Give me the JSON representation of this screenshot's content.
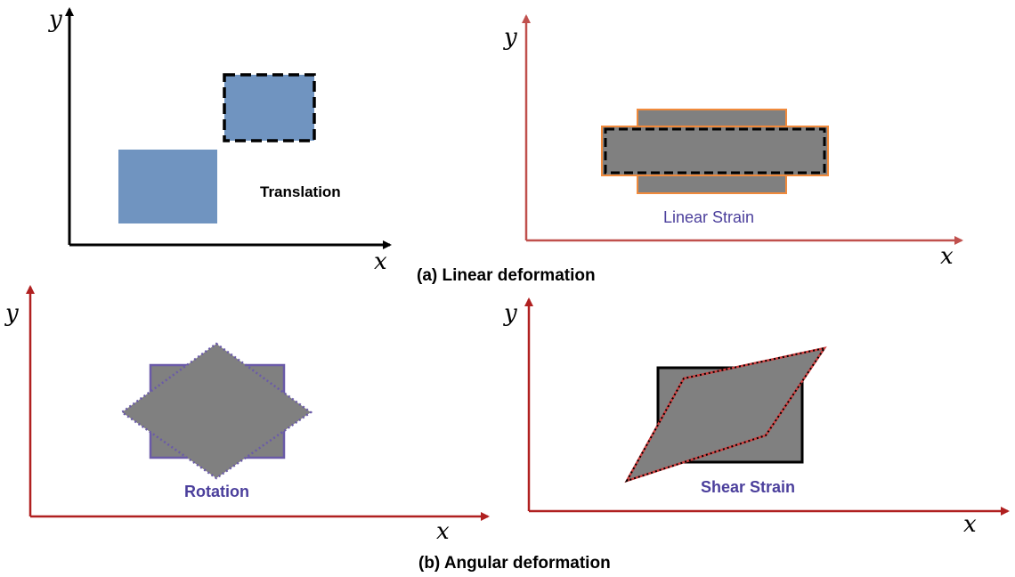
{
  "colors": {
    "black": "#000000",
    "red_axis": "#c0504d",
    "dark_red_axis": "#b02020",
    "blue_fill": "#7094c0",
    "gray_fill": "#808080",
    "orange_outline": "#f08a3c",
    "purple_outline": "#6a5aa8",
    "purple_text": "#4b3f9c",
    "shear_outline": "#d04040"
  },
  "panels": {
    "translation": {
      "label": "Translation",
      "x_axis": "x",
      "y_axis": "y"
    },
    "linear_strain": {
      "label": "Linear Strain",
      "x_axis": "x",
      "y_axis": "y"
    },
    "rotation": {
      "label": "Rotation",
      "x_axis": "x",
      "y_axis": "y"
    },
    "shear_strain": {
      "label": "Shear Strain",
      "x_axis": "x",
      "y_axis": "y"
    }
  },
  "captions": {
    "linear": "(a) Linear deformation",
    "angular": "(b) Angular deformation"
  }
}
